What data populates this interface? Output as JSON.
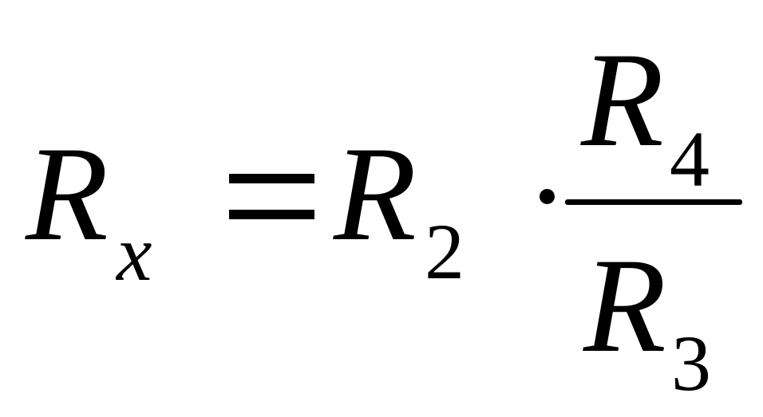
{
  "formula": {
    "lhs_symbol": "R",
    "lhs_subscript": "x",
    "equals": "=",
    "rhs_symbol": "R",
    "rhs_subscript": "2",
    "multiply": "·",
    "numerator_symbol": "R",
    "numerator_subscript": "4",
    "denominator_symbol": "R",
    "denominator_subscript": "3"
  }
}
